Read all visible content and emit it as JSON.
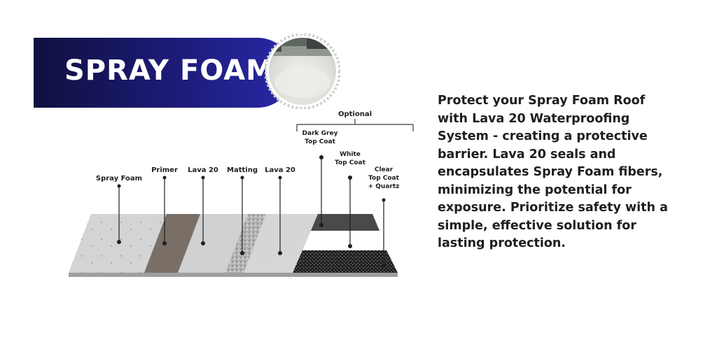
{
  "banner": {
    "title": "SPRAY FOAM"
  },
  "photo": {
    "icon": "spray-foam-roof-photo"
  },
  "diagram": {
    "optional_label": "Optional",
    "layers": [
      {
        "id": "spray-foam",
        "label_lines": [
          "Spray Foam"
        ],
        "color": "#d3d4d5"
      },
      {
        "id": "primer",
        "label_lines": [
          "Primer"
        ],
        "color": "#7a6f66"
      },
      {
        "id": "lava-20-first",
        "label_lines": [
          "Lava 20"
        ],
        "color": "#d0d1d2"
      },
      {
        "id": "matting",
        "label_lines": [
          "Matting"
        ],
        "color": "#b4b4b4"
      },
      {
        "id": "lava-20-second",
        "label_lines": [
          "Lava 20"
        ],
        "color": "#d6d6d6"
      },
      {
        "id": "dark-grey-top-coat",
        "label_lines": [
          "Dark Grey",
          "Top Coat"
        ],
        "color": "#4a4a4a"
      },
      {
        "id": "white-top-coat",
        "label_lines": [
          "White",
          "Top Coat"
        ],
        "color": "#ffffff"
      },
      {
        "id": "clear-top-coat-quartz",
        "label_lines": [
          "Clear",
          "Top Coat",
          "+ Quartz"
        ],
        "color": "#2a2a2a"
      }
    ]
  },
  "description": {
    "text": "Protect your Spray Foam Roof with Lava 20 Waterproofing System - creating a protective barrier. Lava 20 seals and encapsulates Spray Foam fibers, minimizing the potential for exposure. Prioritize safety with a simple, effective solution for lasting protection."
  }
}
